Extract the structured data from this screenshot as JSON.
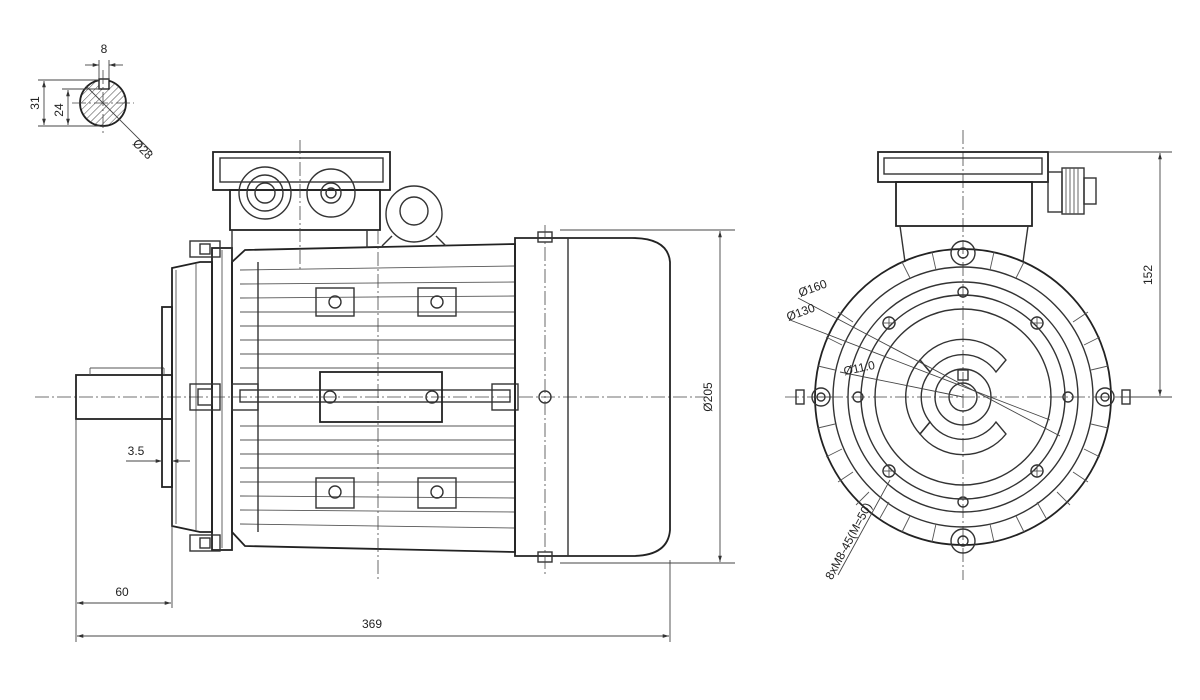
{
  "dimensions": {
    "key_width": "8",
    "shaft_height": "31",
    "key_depth": "24",
    "shaft_diameter": "Ø28",
    "flange_offset": "3.5",
    "shaft_length": "60",
    "overall_length": "369",
    "body_diameter": "Ø205",
    "pcd": "Ø160",
    "spigot": "Ø130",
    "hole": "Ø11.0",
    "height_to_axis": "152",
    "mounting_holes": "8xM8-45(M=50)"
  },
  "colors": {
    "line": "#333333",
    "background": "#ffffff"
  }
}
